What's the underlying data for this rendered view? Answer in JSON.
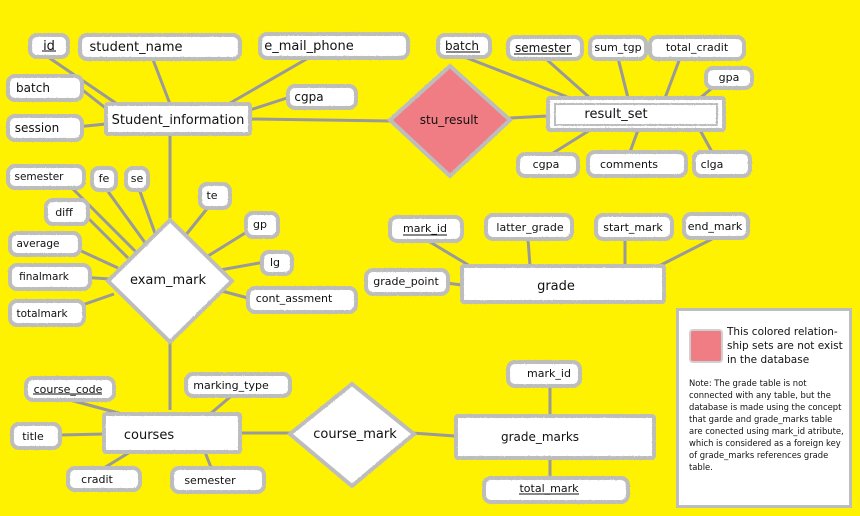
{
  "entities": {
    "student_information": "Student_information",
    "result_set": "result_set",
    "grade": "grade",
    "courses": "courses",
    "grade_marks": "grade_marks"
  },
  "relationships": {
    "stu_result": "stu_result",
    "exam_mark": "exam_mark",
    "course_mark": "course_mark"
  },
  "attributes": {
    "id": "id",
    "student_name": "student_name",
    "e_mail_phone": "e_mail_phone",
    "batch_student": "batch",
    "session": "session",
    "cgpa_student": "cgpa",
    "batch_result": "batch",
    "semester_result": "semester",
    "sum_tgp": "sum_tgp",
    "total_cradit": "total_cradit",
    "gpa": "gpa",
    "cgpa_result": "cgpa",
    "comments": "comments",
    "clga": "clga",
    "semester_exam": "semester",
    "fe": "fe",
    "se": "se",
    "te": "te",
    "diff": "diff",
    "average": "average",
    "gp": "gp",
    "lg": "lg",
    "finalmark": "finalmark",
    "totalmark": "totalmark",
    "cont_assment": "cont_assment",
    "mark_id_grade": "mark_id",
    "latter_grade": "latter_grade",
    "start_mark": "start_mark",
    "end_mark": "end_mark",
    "grade_point": "grade_point",
    "course_code": "course_code",
    "marking_type": "marking_type",
    "title": "title",
    "cradit": "cradit",
    "semester_course": "semester",
    "mark_id_grade_marks": "mark_id",
    "total_mark": "total_mark"
  },
  "legend": {
    "text": "This colored relation-ship sets are not exist in the database",
    "swatch_color": "#F07C84"
  },
  "note": "Note: The grade table is not connected with any table, but the database is made using the concept that garde and grade_marks table are conected using mark_id atribute, which is considered as a foreign key of grade_marks references grade table.",
  "colors": {
    "background": "#FFF200",
    "shape_fill": "#FFFFFF",
    "shape_border": "#BDBDBD",
    "line": "#9A9A9A",
    "highlight_relationship": "#F07C84"
  }
}
